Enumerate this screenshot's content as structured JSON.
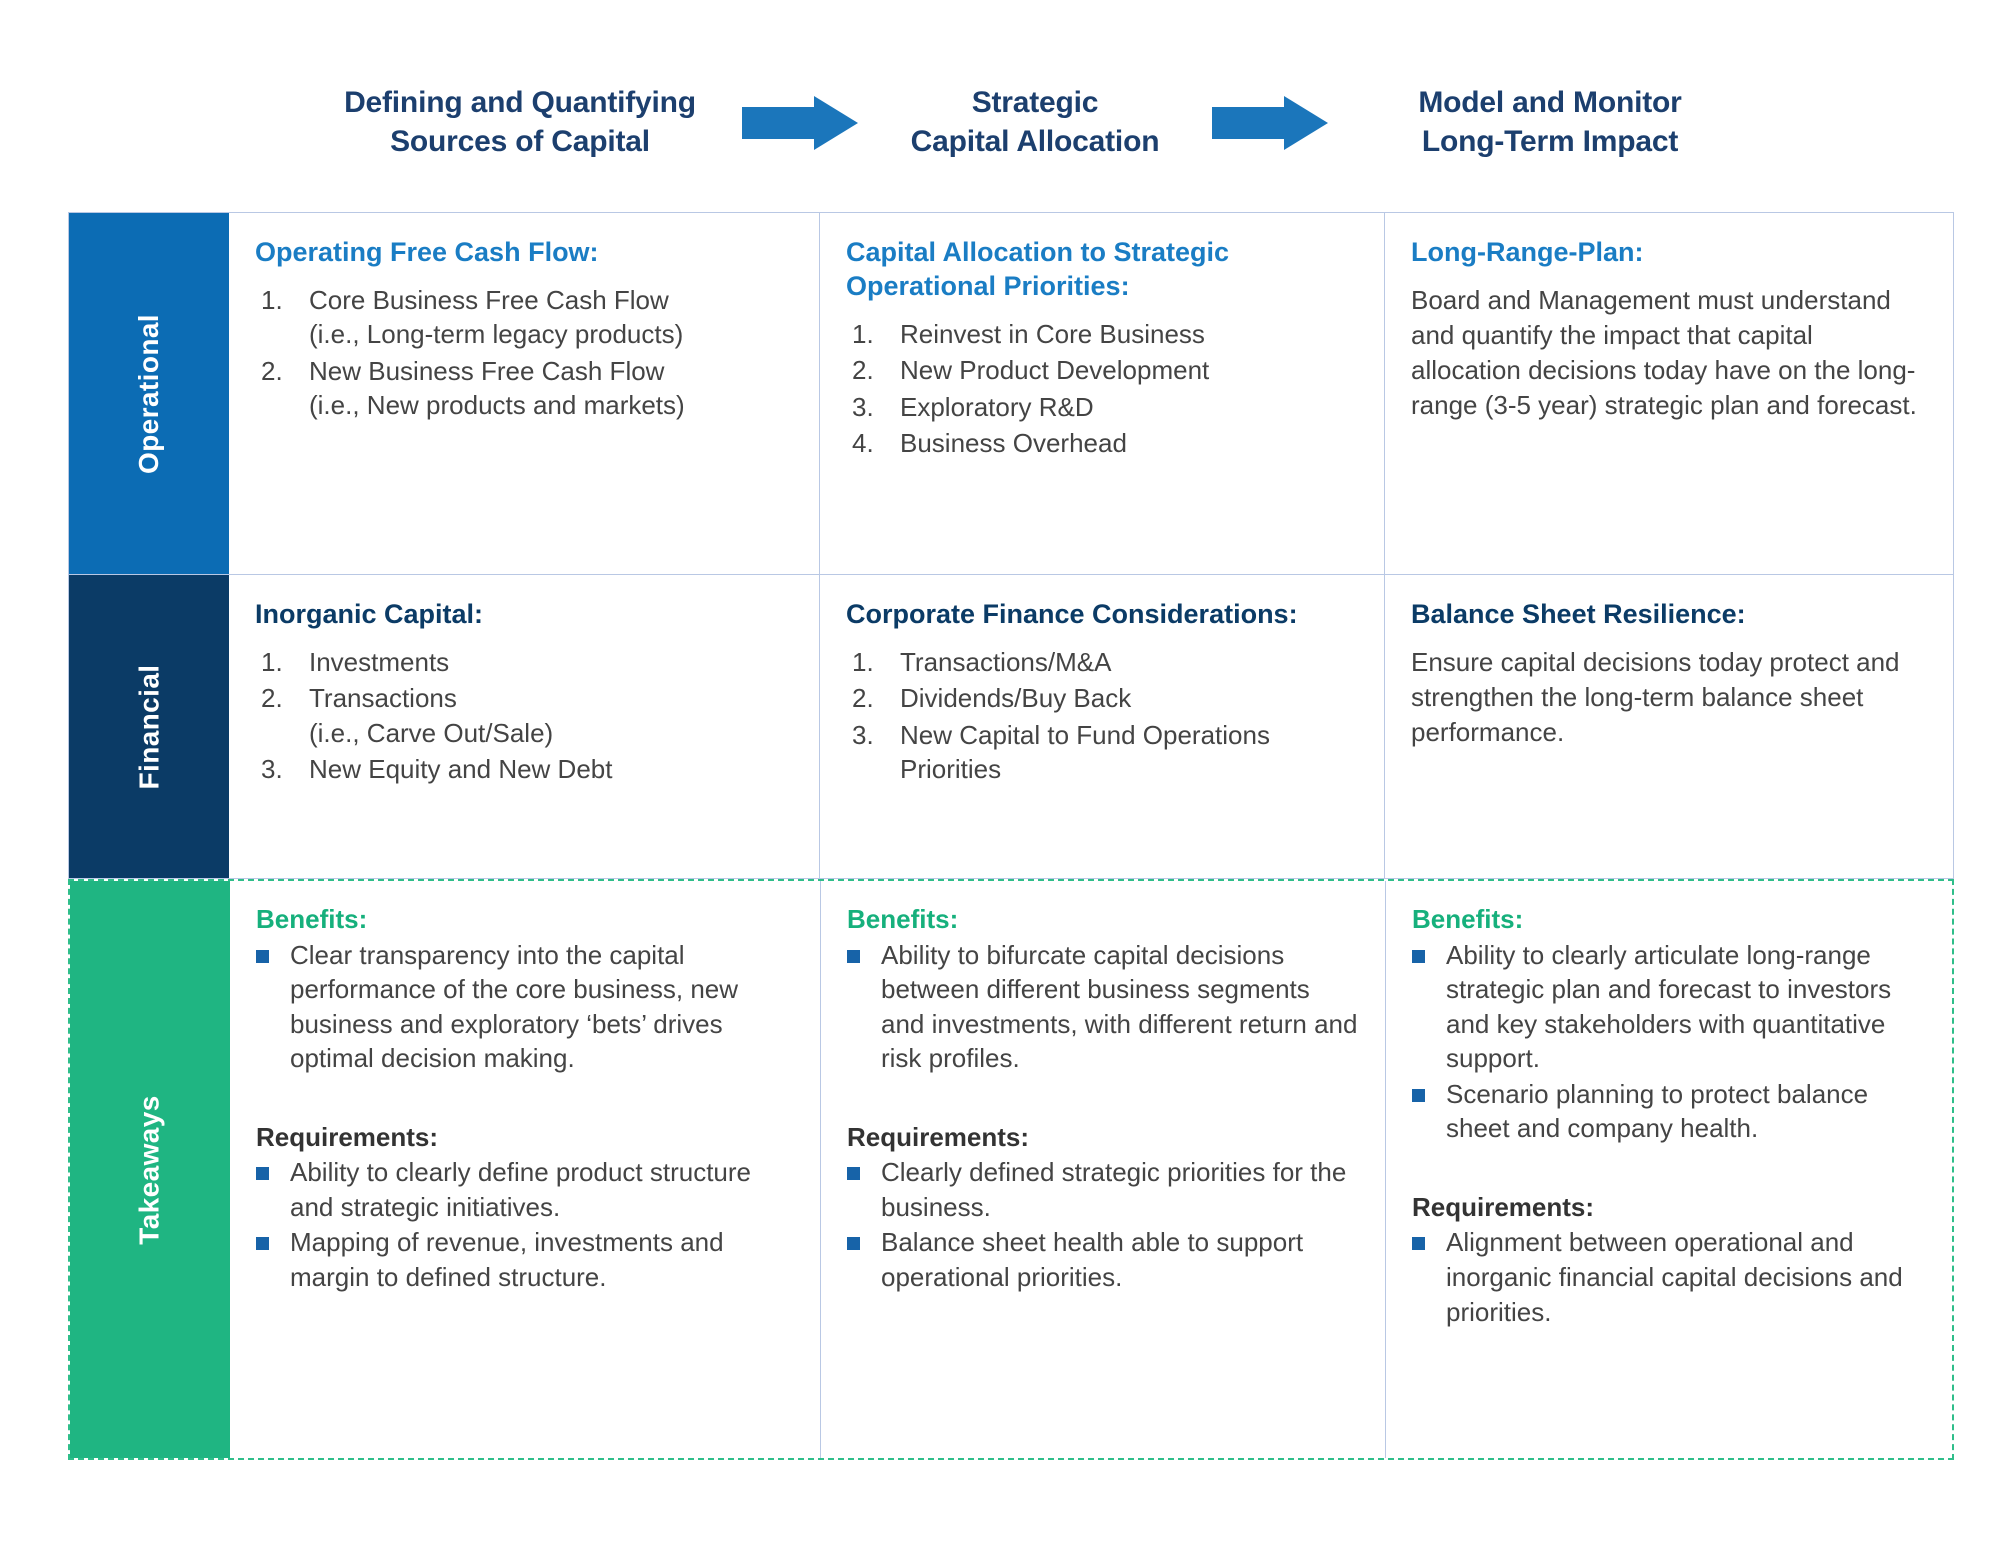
{
  "flow": {
    "stages": [
      {
        "line1": "Defining and Quantifying",
        "line2": "Sources of Capital"
      },
      {
        "line1": "Strategic",
        "line2": "Capital Allocation"
      },
      {
        "line1": "Model and Monitor",
        "line2": "Long-Term Impact"
      }
    ],
    "arrow_label": "arrow-right"
  },
  "colors": {
    "operational_band": "#0c6cb4",
    "financial_band": "#0b3b66",
    "takeaways_band": "#1fb582",
    "arrow": "#1b76bb",
    "heading_blue": "#1a7dc4",
    "heading_navy": "#0b3b66",
    "benefits_green": "#16b07c",
    "bullet_blue": "#1763a8",
    "grid_border": "#b9c8e4",
    "dashed_border": "#2fbe8a",
    "body_text": "#444444",
    "flow_title": "#1c3f6e"
  },
  "rows": {
    "operational": {
      "label": "Operational",
      "cells": [
        {
          "title": "Operating Free Cash Flow:",
          "items": [
            {
              "num": "1.",
              "text": "Core Business Free Cash Flow",
              "sub": "(i.e., Long-term legacy products)"
            },
            {
              "num": "2.",
              "text": "New Business Free Cash Flow",
              "sub": "(i.e., New products and markets)"
            }
          ]
        },
        {
          "title": "Capital Allocation to Strategic Operational Priorities:",
          "items": [
            {
              "num": "1.",
              "text": "Reinvest in Core Business",
              "sub": ""
            },
            {
              "num": "2.",
              "text": "New Product Development",
              "sub": ""
            },
            {
              "num": "3.",
              "text": "Exploratory R&D",
              "sub": ""
            },
            {
              "num": "4.",
              "text": "Business Overhead",
              "sub": ""
            }
          ]
        },
        {
          "title": "Long-Range-Plan:",
          "paragraph": "Board and Management must understand and quantify the impact that capital allocation decisions today have on the long-range (3-5 year) strategic plan and forecast."
        }
      ]
    },
    "financial": {
      "label": "Financial",
      "cells": [
        {
          "title": "Inorganic Capital:",
          "items": [
            {
              "num": "1.",
              "text": "Investments",
              "sub": ""
            },
            {
              "num": "2.",
              "text": "Transactions",
              "sub": "(i.e., Carve Out/Sale)"
            },
            {
              "num": "3.",
              "text": "New Equity and New Debt",
              "sub": ""
            }
          ]
        },
        {
          "title": "Corporate Finance Considerations:",
          "items": [
            {
              "num": "1.",
              "text": "Transactions/M&A",
              "sub": ""
            },
            {
              "num": "2.",
              "text": "Dividends/Buy Back",
              "sub": ""
            },
            {
              "num": "3.",
              "text": "New Capital to Fund Operations Priorities",
              "sub": ""
            }
          ]
        },
        {
          "title": "Balance Sheet Resilience:",
          "paragraph": "Ensure capital decisions today protect and strengthen the long-term balance sheet performance."
        }
      ]
    },
    "takeaways": {
      "label": "Takeaways",
      "benefits_heading": "Benefits:",
      "requirements_heading": "Requirements:",
      "cells": [
        {
          "benefits": [
            "Clear transparency into the capital performance of the core business, new business and exploratory ‘bets’ drives  optimal decision making."
          ],
          "requirements": [
            "Ability to clearly define product structure and strategic initiatives.",
            "Mapping of revenue, investments and margin to defined structure."
          ]
        },
        {
          "benefits": [
            "Ability to bifurcate capital decisions between different business segments and investments, with different return and risk profiles."
          ],
          "requirements": [
            "Clearly defined strategic priorities for the business.",
            "Balance sheet health able to support operational priorities."
          ]
        },
        {
          "benefits": [
            "Ability to clearly articulate long-range strategic plan and forecast to investors and key stakeholders with quantitative support.",
            "Scenario planning to protect balance sheet and company health."
          ],
          "requirements": [
            "Alignment between operational and inorganic financial capital decisions and priorities."
          ]
        }
      ]
    }
  }
}
